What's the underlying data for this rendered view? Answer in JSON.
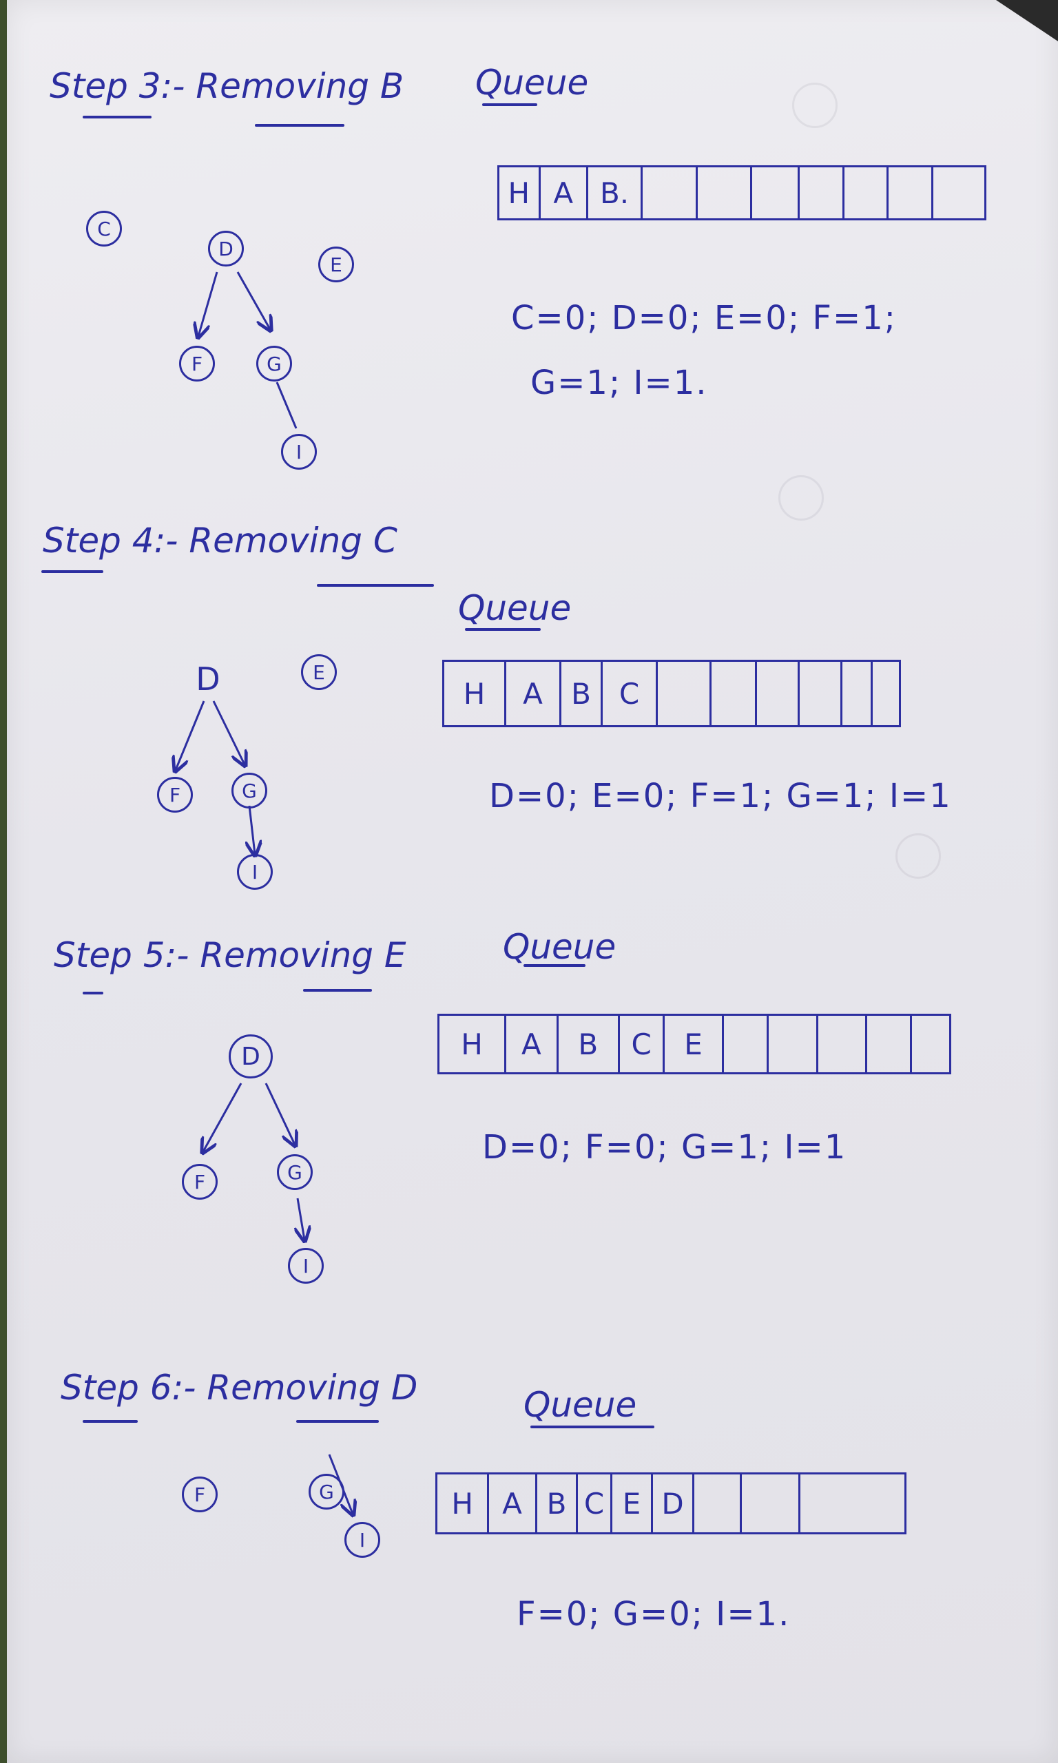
{
  "steps": [
    {
      "title": "Step 3:- Removing B",
      "queue_label": "Queue",
      "queue": [
        "H",
        "A",
        "B.",
        "",
        "",
        "",
        "",
        "",
        "",
        ""
      ],
      "counts_line1": "C=0; D=0; E=0; F=1;",
      "counts_line2": "G=1; I=1.",
      "nodes": {
        "C": "C",
        "D": "D",
        "E": "E",
        "F": "F",
        "G": "G",
        "I": "I"
      }
    },
    {
      "title": "Step 4:- Removing C",
      "queue_label": "Queue",
      "queue": [
        "H",
        "A",
        "B",
        "C",
        "",
        "",
        "",
        "",
        "",
        ""
      ],
      "counts_line1": "D=0; E=0; F=1; G=1; I=1",
      "nodes": {
        "D": "D",
        "E": "E",
        "F": "F",
        "G": "G",
        "I": "I"
      }
    },
    {
      "title": "Step 5:- Removing E",
      "queue_label": "Queue",
      "queue": [
        "H",
        "A",
        "B",
        "C",
        "E",
        "",
        "",
        "",
        "",
        ""
      ],
      "counts_line1": "D=0; F=0; G=1; I=1",
      "nodes": {
        "D": "D",
        "F": "F",
        "G": "G",
        "I": "I"
      }
    },
    {
      "title": "Step 6:- Removing D",
      "queue_label": "Queue",
      "queue": [
        "H",
        "A",
        "B",
        "C",
        "E",
        "D",
        "",
        "",
        ""
      ],
      "counts_line1": "F=0; G=0; I=1.",
      "nodes": {
        "F": "F",
        "G": "G",
        "I": "I"
      }
    }
  ]
}
